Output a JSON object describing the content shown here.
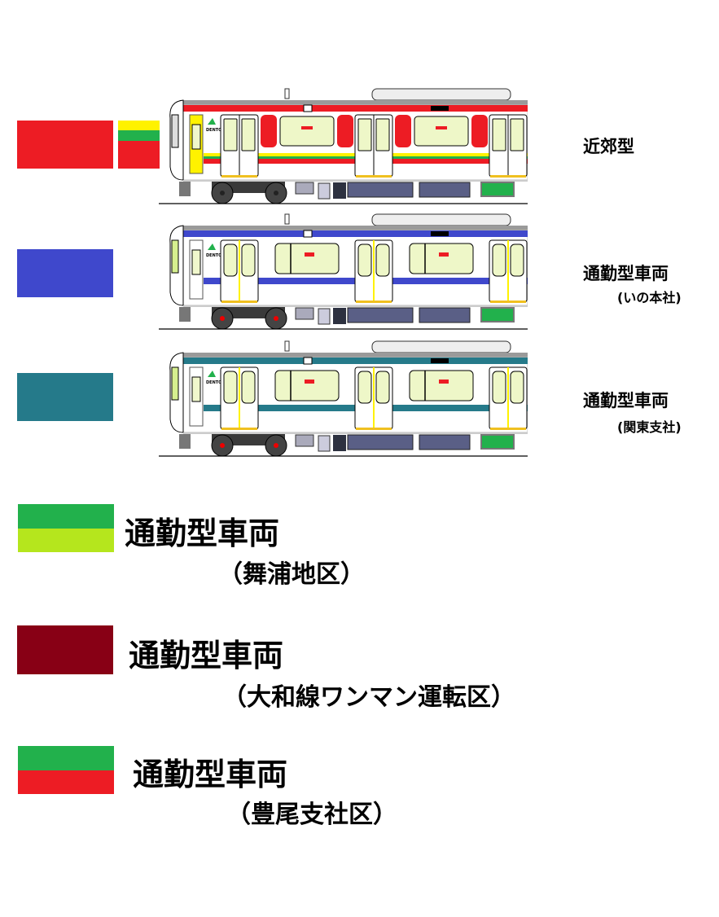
{
  "colors": {
    "kinki_red": "#ed1c24",
    "kinki_yellow": "#fff200",
    "kinki_green": "#22b14c",
    "ino_blue": "#3f48cc",
    "kanto_teal": "#257a8a",
    "maiura_green": "#22b14c",
    "maiura_lime": "#b5e61d",
    "yamato_maroon": "#880015",
    "toyoo_green": "#22b14c",
    "toyoo_red": "#ed1c24"
  },
  "trains": [
    {
      "type": "suburban",
      "livery": "red-yellow-green",
      "logo": "DENTO"
    },
    {
      "type": "commuter",
      "livery": "blue",
      "logo": "DENTO"
    },
    {
      "type": "commuter",
      "livery": "teal",
      "logo": "DENTO"
    }
  ],
  "labels": {
    "suburban": "近郊型",
    "commuter_ino": "通勤型車両",
    "commuter_ino_sub": "(いの本社)",
    "commuter_kanto": "通勤型車両",
    "commuter_kanto_sub": "(関東支社)",
    "commuter_maiura": "通勤型車両",
    "commuter_maiura_sub": "（舞浦地区）",
    "commuter_yamato": "通勤型車両",
    "commuter_yamato_sub": "（大和線ワンマン運転区）",
    "commuter_toyoo": "通勤型車両",
    "commuter_toyoo_sub": "（豊尾支社区）"
  }
}
